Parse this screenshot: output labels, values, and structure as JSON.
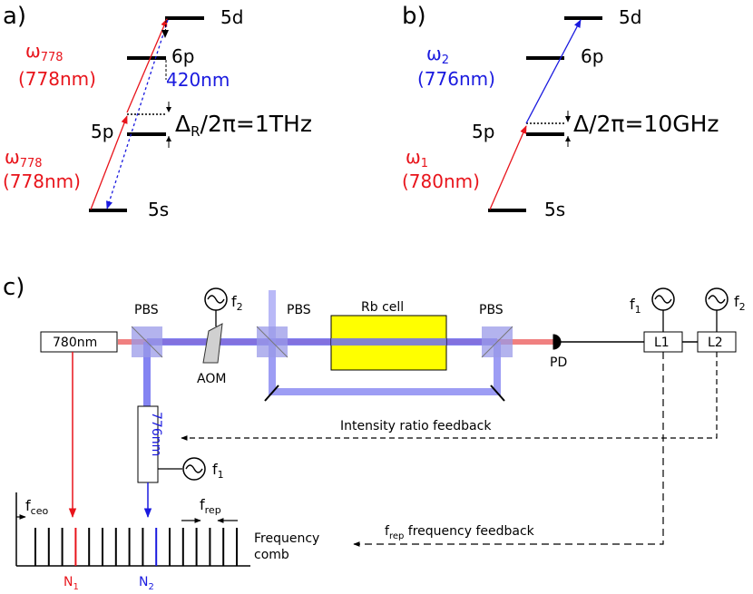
{
  "panel_a": {
    "label": "a)",
    "levels": {
      "s": "5s",
      "p": "5p",
      "p6": "6p",
      "d": "5d"
    },
    "omega_upper": "ω",
    "omega_upper_sub": "778",
    "wl_upper": "(778nm)",
    "omega_lower": "ω",
    "omega_lower_sub": "778",
    "wl_lower": "(778nm)",
    "decay_wl": "420nm",
    "detuning_pre": "Δ",
    "detuning_sub": "R",
    "detuning_post": "/2π=1THz"
  },
  "panel_b": {
    "label": "b)",
    "levels": {
      "s": "5s",
      "p": "5p",
      "p6": "6p",
      "d": "5d"
    },
    "omega_upper": "ω",
    "omega_upper_sub": "2",
    "wl_upper": "(776nm)",
    "omega_lower": "ω",
    "omega_lower_sub": "1",
    "wl_lower": "(780nm)",
    "detuning": "Δ/2π=10GHz"
  },
  "panel_c": {
    "label": "c)",
    "laser_780": "780nm",
    "laser_776": "776nm",
    "pbs": "PBS",
    "aom": "AOM",
    "rb_cell": "Rb cell",
    "pd": "PD",
    "lockin_1": "L1",
    "lockin_2": "L2",
    "f": "f",
    "sub_1": "1",
    "sub_2": "2",
    "intensity_feedback": "Intensity ratio feedback",
    "frep_feedback_pre": "f",
    "frep_feedback_sub": "rep",
    "frep_feedback_post": " frequency feedback",
    "fceo_main": "f",
    "fceo_sub": "ceo",
    "frep_main": "f",
    "frep_sub": "rep",
    "comb_line1": "Frequency",
    "comb_line2": "comb",
    "n1_main": "N",
    "n1_sub": "1",
    "n2_main": "N",
    "n2_sub": "2"
  },
  "colors": {
    "red": "#e8141b",
    "blue": "#1a1adf",
    "beam_blue": "#6f6ff0",
    "beam_red": "#f08080",
    "cell": "#ffff00",
    "pbs": "#9a9ae8"
  }
}
